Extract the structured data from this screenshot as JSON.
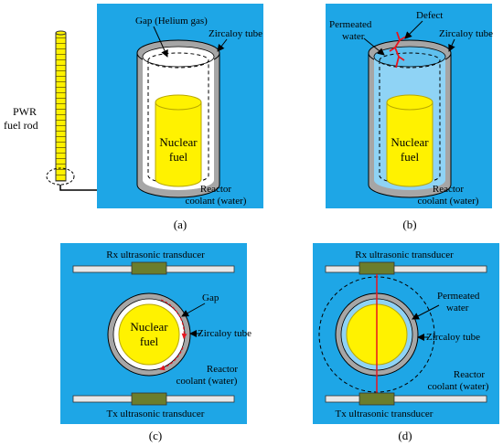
{
  "colors": {
    "panel_blue": "#1ea6e6",
    "fuel_yellow": "#fff200",
    "fuel_border": "#b8a800",
    "zircaloy_gray": "#a6a6a6",
    "gap_white": "#ffffff",
    "permeated_water": "#8fd3f5",
    "defect_red": "#e8141e",
    "transducer_green": "#6b7d2c"
  },
  "fuel_rod": {
    "label_line1": "PWR",
    "label_line2": "fuel rod"
  },
  "panel_a": {
    "caption": "(a)",
    "gap_label": "Gap (Helium gas)",
    "tube_label": "Zircaloy tube",
    "fuel_line1": "Nuclear",
    "fuel_line2": "fuel",
    "coolant_line1": "Reactor",
    "coolant_line2": "coolant (water)"
  },
  "panel_b": {
    "caption": "(b)",
    "permeated_line1": "Permeated",
    "permeated_line2": "water",
    "defect_label": "Defect",
    "tube_label": "Zircaloy tube",
    "fuel_line1": "Nuclear",
    "fuel_line2": "fuel",
    "coolant_line1": "Reactor",
    "coolant_line2": "coolant (water)"
  },
  "panel_c": {
    "caption": "(c)",
    "rx_label": "Rx ultrasonic transducer",
    "tx_label": "Tx ultrasonic transducer",
    "gap_label": "Gap",
    "tube_label": "Zircaloy tube",
    "fuel_line1": "Nuclear",
    "fuel_line2": "fuel",
    "coolant_line1": "Reactor",
    "coolant_line2": "coolant (water)"
  },
  "panel_d": {
    "caption": "(d)",
    "rx_label": "Rx ultrasonic transducer",
    "tx_label": "Tx ultrasonic transducer",
    "permeated_line1": "Permeated",
    "permeated_line2": "water",
    "tube_label": "Zircaloy tube",
    "coolant_line1": "Reactor",
    "coolant_line2": "coolant (water)"
  }
}
